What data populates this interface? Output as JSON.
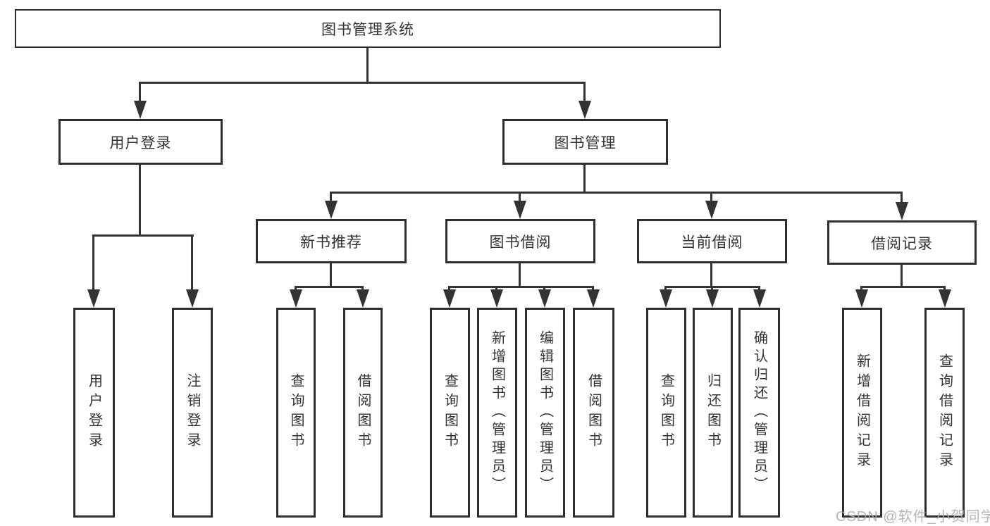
{
  "diagram": {
    "title_node": {
      "label": "图书管理系统"
    },
    "level2": [
      {
        "label": "用户登录"
      },
      {
        "label": "图书管理"
      }
    ],
    "level3": [
      {
        "label": "新书推荐"
      },
      {
        "label": "图书借阅"
      },
      {
        "label": "当前借阅"
      },
      {
        "label": "借阅记录"
      }
    ],
    "leaves": [
      {
        "label": "用户登录"
      },
      {
        "label": "注销登录"
      },
      {
        "label": "查询图书"
      },
      {
        "label": "借阅图书"
      },
      {
        "label": "查询图书"
      },
      {
        "label": "新增图书（管理员）"
      },
      {
        "label": "编辑图书（管理员）"
      },
      {
        "label": "借阅图书"
      },
      {
        "label": "查询图书"
      },
      {
        "label": "归还图书"
      },
      {
        "label": "确认归还（管理员）"
      },
      {
        "label": "新增借阅记录"
      },
      {
        "label": "查询借阅记录"
      }
    ],
    "watermark": {
      "text": "CSDN @软件_小贺同学"
    },
    "colors": {
      "line": "#333333",
      "text": "#333333",
      "background": "#ffffff",
      "watermark": "#a8a8a8"
    }
  }
}
